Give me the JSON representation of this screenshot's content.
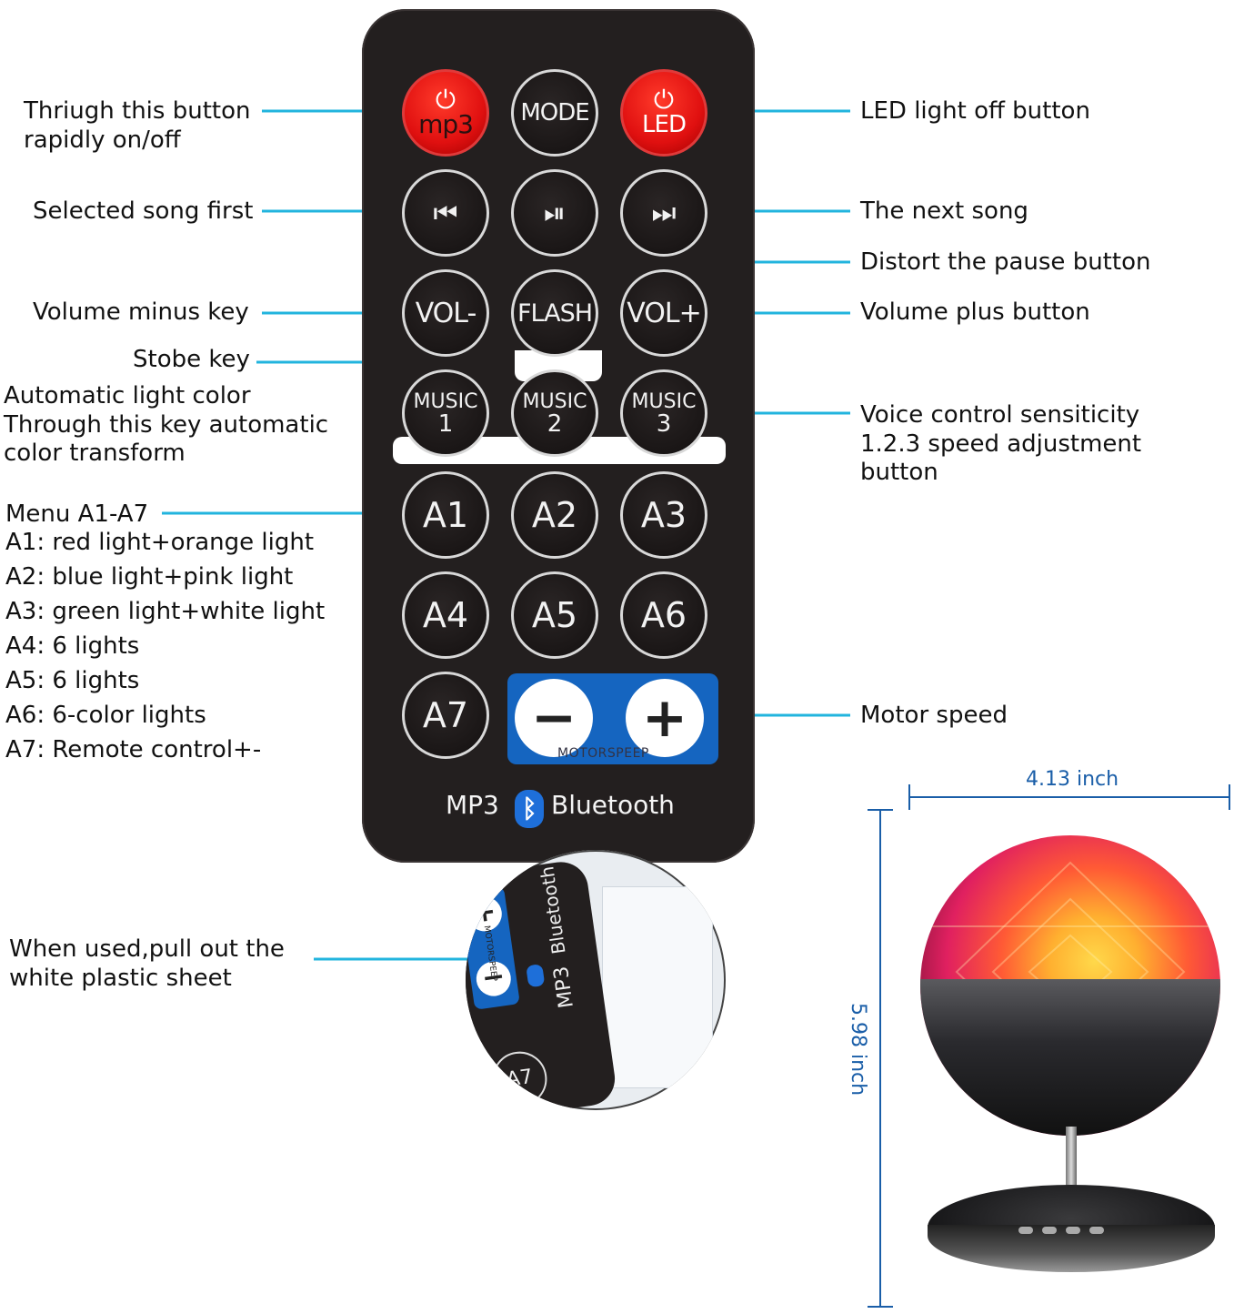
{
  "labels_left": {
    "power_mp3": [
      "Thriugh this button",
      "rapidly on/off"
    ],
    "prev_song": "Selected song first",
    "vol_minus": "Volume minus key",
    "strobe": "Stobe key",
    "auto_color": [
      "Automatic light color",
      "Through this key automatic",
      "color transform"
    ],
    "menu": [
      "Menu A1-A7",
      "A1: red light+orange light",
      "A2: blue light+pink light",
      "A3: green light+white light",
      "A4: 6 lights",
      "A5: 6 lights",
      "A6: 6-color lights",
      "A7: Remote control+-"
    ],
    "pull_sheet": [
      "When used,pull out the",
      "white plastic sheet"
    ]
  },
  "labels_right": {
    "led_off": "LED light off button",
    "next_song": "The next song",
    "pause": "Distort the pause button",
    "vol_plus": "Volume plus button",
    "voice_control": [
      "Voice control sensiticity",
      "1.2.3 speed adjustment",
      "button"
    ],
    "motor_speed": "Motor speed"
  },
  "remote": {
    "mp3_power": "mp3",
    "mode": "MODE",
    "led_power": "LED",
    "prev_icon": "prev-track-icon",
    "play_pause_icon": "play-pause-icon",
    "next_icon": "next-track-icon",
    "vol_minus": "VOL-",
    "flash": "FLASH",
    "vol_plus": "VOL+",
    "music1": [
      "MUSIC",
      "1"
    ],
    "music2": [
      "MUSIC",
      "2"
    ],
    "music3": [
      "MUSIC",
      "3"
    ],
    "a_keys": [
      "A1",
      "A2",
      "A3",
      "A4",
      "A5",
      "A6",
      "A7"
    ],
    "motor_minus": "−",
    "motor_plus": "+",
    "motor_label": "MOTORSPEEP",
    "brand_mp3": "MP3",
    "brand_bt": "Bluetooth"
  },
  "zoom": {
    "plus": "+",
    "minus": "−",
    "motor": "MOTORSPEEP",
    "brand": "MP3",
    "bt": "Bluetooth",
    "a7": "A7"
  },
  "dimensions": {
    "width": "4.13 inch",
    "height": "5.98 inch"
  },
  "colors": {
    "leader_line": "#22b4de",
    "dimension_line": "#1a5ea8",
    "remote_body": "#231f1f",
    "power_red": "#e01010",
    "motor_blue": "#1565c0"
  }
}
